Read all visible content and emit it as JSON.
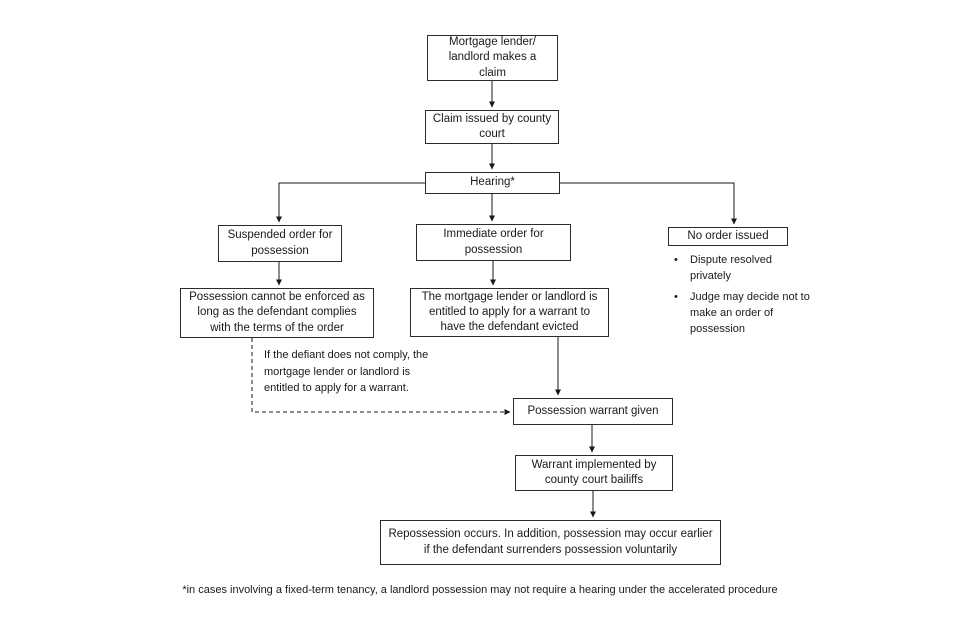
{
  "flowchart": {
    "nodes": {
      "claim_made": {
        "label": "Mortgage lender/ landlord makes a claim"
      },
      "claim_issued": {
        "label": "Claim issued by county court"
      },
      "hearing": {
        "label": "Hearing*"
      },
      "suspended_order": {
        "label": "Suspended order for possession"
      },
      "immediate_order": {
        "label": "Immediate order for possession"
      },
      "no_order": {
        "label": "No order issued"
      },
      "possession_not_enforced": {
        "label": "Possession cannot be enforced as long as the defendant complies with the terms of the order"
      },
      "entitled_warrant": {
        "label": "The mortgage lender or landlord is entitled to apply for a warrant to have the defendant evicted"
      },
      "warrant_given": {
        "label": "Possession warrant given"
      },
      "warrant_implemented": {
        "label": "Warrant implemented by county court bailiffs"
      },
      "repossession": {
        "label": "Repossession occurs. In addition, possession may occur earlier if the defendant surrenders possession voluntarily"
      }
    },
    "no_order_bullets": [
      "Dispute resolved privately",
      "Judge may decide not to make an order of possession"
    ],
    "bullet_glyph": "•",
    "dashed_note": "If the defiant does not comply, the mortgage lender or landlord is entitled to apply for a warrant.",
    "footnote": "*in cases involving a fixed-term tenancy, a landlord possession may not require a hearing under the accelerated procedure",
    "line_color": "#1a1a1a"
  }
}
